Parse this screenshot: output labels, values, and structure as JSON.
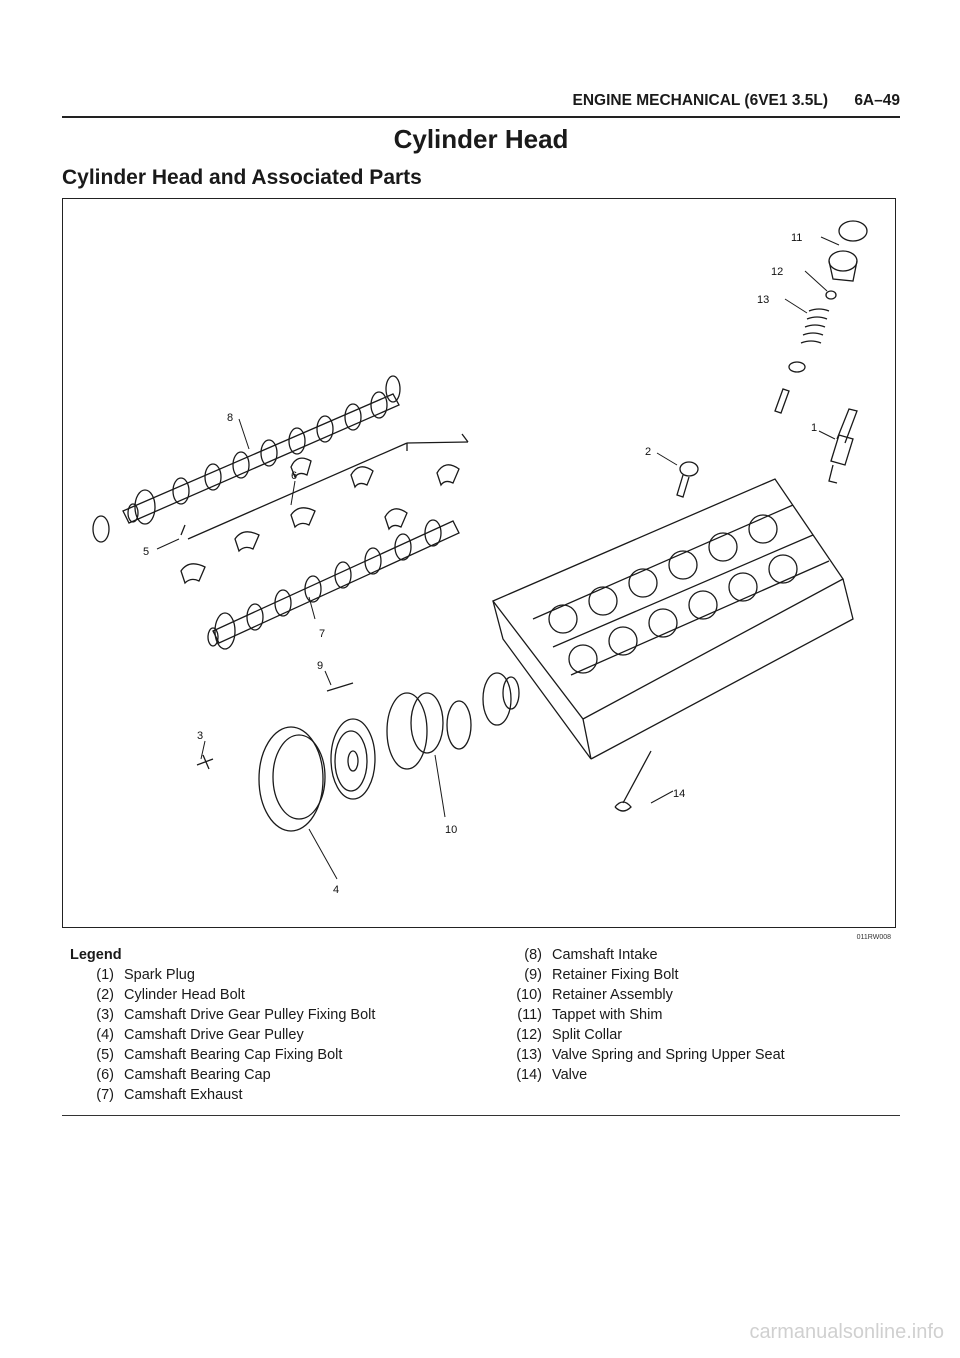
{
  "header": {
    "section": "ENGINE MECHANICAL (6VE1 3.5L)",
    "page": "6A–49"
  },
  "title": "Cylinder Head",
  "subtitle": "Cylinder Head and Associated Parts",
  "figure": {
    "code": "011RW008",
    "callouts": [
      "1",
      "2",
      "3",
      "4",
      "5",
      "6",
      "7",
      "8",
      "9",
      "10",
      "11",
      "12",
      "13",
      "14"
    ]
  },
  "legend": {
    "heading": "Legend",
    "items": [
      {
        "num": "(1)",
        "text": "Spark Plug"
      },
      {
        "num": "(2)",
        "text": "Cylinder Head Bolt"
      },
      {
        "num": "(3)",
        "text": "Camshaft Drive Gear Pulley Fixing Bolt"
      },
      {
        "num": "(4)",
        "text": "Camshaft Drive Gear Pulley"
      },
      {
        "num": "(5)",
        "text": "Camshaft Bearing Cap Fixing Bolt"
      },
      {
        "num": "(6)",
        "text": "Camshaft Bearing Cap"
      },
      {
        "num": "(7)",
        "text": "Camshaft Exhaust"
      },
      {
        "num": "(8)",
        "text": "Camshaft Intake"
      },
      {
        "num": "(9)",
        "text": "Retainer Fixing Bolt"
      },
      {
        "num": "(10)",
        "text": "Retainer Assembly"
      },
      {
        "num": "(11)",
        "text": "Tappet with Shim"
      },
      {
        "num": "(12)",
        "text": "Split Collar"
      },
      {
        "num": "(13)",
        "text": "Valve Spring and Spring Upper Seat"
      },
      {
        "num": "(14)",
        "text": "Valve"
      }
    ]
  },
  "watermark": "carmanualsonline.info"
}
